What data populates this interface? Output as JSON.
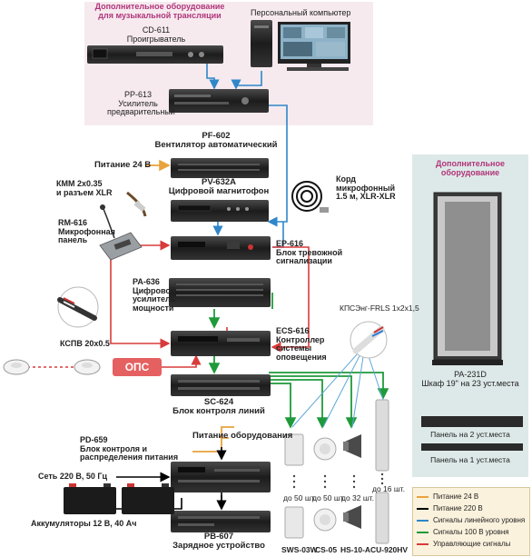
{
  "colors": {
    "power24": "#e8a33c",
    "power220": "#000000",
    "line_signal": "#2f86c9",
    "signal100": "#1f9a3a",
    "control": "#d83b3b",
    "pink_area": "#f6eaef",
    "side_panel": "#dde9e8",
    "legend_bg": "#fbf2dd"
  },
  "header": {
    "extra_music": "Дополнительное оборудование\nдля музыкальной трансляции",
    "pc": "Персональный компьютер"
  },
  "devices": {
    "cd611": "CD-611\nПроигрыватель",
    "pp613": "PP-613\nУсилитель\nпредварительный",
    "pf602": "PF-602\nВентилятор автоматический",
    "power24": "Питание 24 В",
    "kmm": "КММ 2x0.35\nи разъем XLR",
    "pv632a": "PV-632A\nЦифровой магнитофон",
    "cord": "Корд\nмикрофонный\n1.5 м, XLR-XLR",
    "rm616": "RM-616\nМикрофонная\nпанель",
    "ep616": "EP-616\nБлок тревожной\nсигнализации",
    "pa636": "PA-636\nЦифровой\nусилитель\nмощности",
    "kspv": "КСПВ 20x0.5",
    "ecs616": "ECS-616\nКонтроллер\nсистемы\nоповещения",
    "kps": "КПСЭнг-FRLS 1x2x1,5",
    "ops": "ОПС",
    "sc624": "SC-624\nБлок контроля линий",
    "pd659": "PD-659\nБлок контроля и\nраспределения питания",
    "power_equipment": "Питание оборудования",
    "mains": "Сеть 220 В, 50 Гц",
    "batteries": "Аккумуляторы 12 В, 40 Ач",
    "pb607": "PB-607\nЗарядное устройство"
  },
  "speakers": {
    "qty": [
      "до 50 шт.",
      "до 50 шт.",
      "до 32 шт.",
      "до 16 шт."
    ],
    "models": [
      "SWS-03W",
      "CS-05",
      "HS-10-A",
      "CU-920HV"
    ]
  },
  "side": {
    "title": "Дополнительное\nоборудование",
    "cabinet": "PA-231D\nШкаф 19\" на 23 уст.места",
    "panel2": "Панель на 2 уст.места",
    "panel1": "Панель на 1 уст.места"
  },
  "legend": [
    {
      "label": "Питание 24 В",
      "color": "#e8a33c"
    },
    {
      "label": "Питание 220 В",
      "color": "#000000"
    },
    {
      "label": "Сигналы линейного уровня",
      "color": "#2f86c9"
    },
    {
      "label": "Сигналы 100 В  уровня",
      "color": "#1f9a3a"
    },
    {
      "label": "Управляющие сигналы",
      "color": "#d83b3b"
    }
  ]
}
